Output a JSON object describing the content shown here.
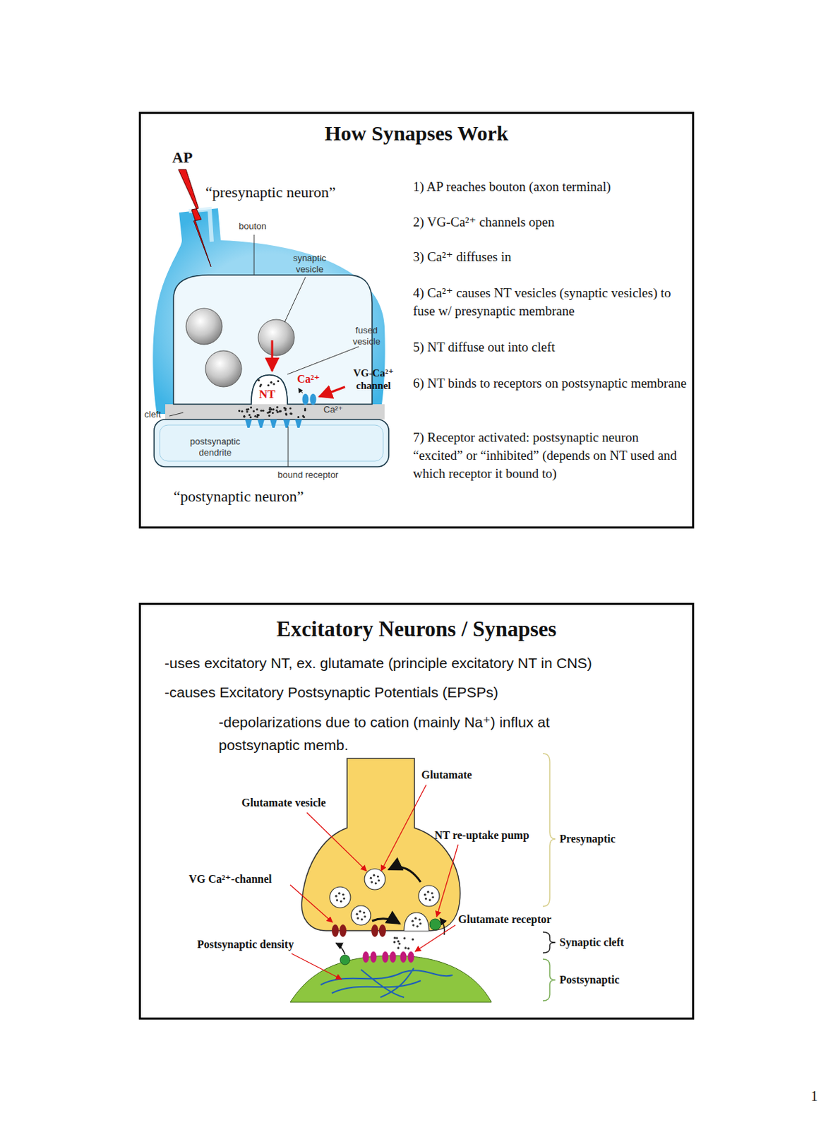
{
  "diagram": {
    "nodes": [
      {
        "text": [
          "How Synapses Work",
          "1) AP reaches bouton (axon terminal)",
          "2) VG-Ca²⁺ channels open",
          "3) Ca²⁺ diffuses in",
          "4) Ca²⁺ causes NT vesicles (synaptic vesicles) to fuse w/ presynaptic membrane",
          "5) NT diffuse out into cleft",
          "6) NT binds to receptors on postsynaptic membrane",
          "7) Receptor activated: postsynaptic neuron “excited” or “inhibited” (depends on NT used and which receptor it bound to)"
        ]
      },
      {
        "text": [
          "Excitatory Neurons / Synapses",
          "-uses excitatory NT, ex. glutamate (principle excitatory NT in CNS)",
          "-causes Excitatory Postsynaptic Potentials (EPSPs)",
          "-depolarizations due to cation (mainly Na⁺) influx at postsynaptic memb."
        ]
      }
    ],
    "labels": [
      "AP",
      "“presynaptic neuron”",
      "bouton",
      "synaptic vesicle",
      "fused vesicle",
      "Ca²⁺",
      "VG-Ca²⁺ channel",
      "NT",
      "Ca²⁺",
      "cleft",
      "postsynaptic dendrite",
      "bound receptor",
      "“postynaptic neuron”",
      "Glutamate",
      "Glutamate vesicle",
      "NT re-uptake pump",
      "Presynaptic",
      "VG Ca²⁺-channel",
      "Glutamate receptor",
      "Synaptic cleft",
      "Postsynaptic density",
      "Postsynaptic",
      "1"
    ]
  }
}
